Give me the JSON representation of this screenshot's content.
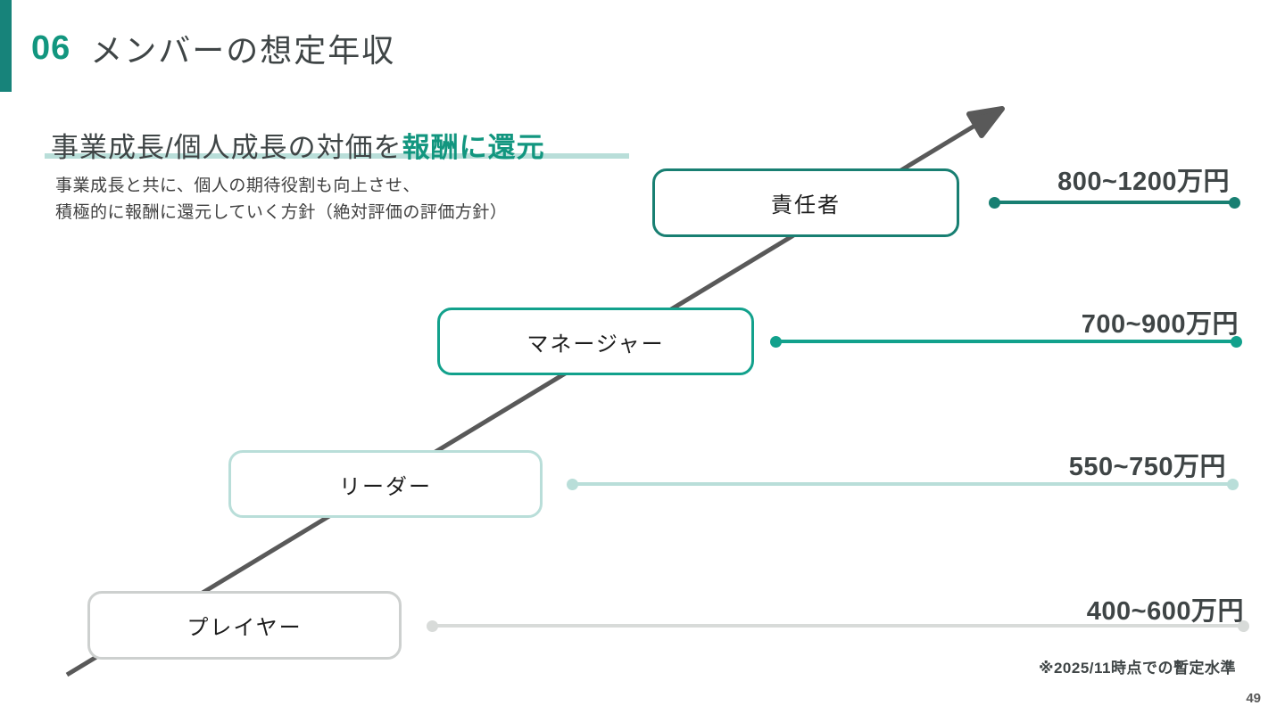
{
  "slide": {
    "section_number": "06",
    "title": "メンバーの想定年収",
    "page_number": "49",
    "footnote": "※2025/11時点での暫定水準"
  },
  "lead": {
    "heading_plain": "事業成長/個人成長の対価を",
    "heading_accent": "報酬に還元",
    "body_lines": [
      "事業成長と共に、個人の期待役割も向上させ、",
      "積極的に報酬に還元していく方針（絶対評価の評価方針）"
    ]
  },
  "ladder": {
    "levels": [
      {
        "label": "プレイヤー",
        "range": "400~600万円"
      },
      {
        "label": "リーダー",
        "range": "550~750万円"
      },
      {
        "label": "マネージャー",
        "range": "700~900万円"
      },
      {
        "label": "責任者",
        "range": "800~1200万円"
      }
    ]
  },
  "colors": {
    "accent_teal": "#12967F",
    "teal_dark": "#187F72",
    "teal_mid": "#12A18C",
    "teal_pale": "#B9DED9",
    "gray_border": "#CDD0CF",
    "gray_line": "#D8DBD9",
    "arrow_gray": "#595959",
    "text_dark": "#3F4546"
  }
}
